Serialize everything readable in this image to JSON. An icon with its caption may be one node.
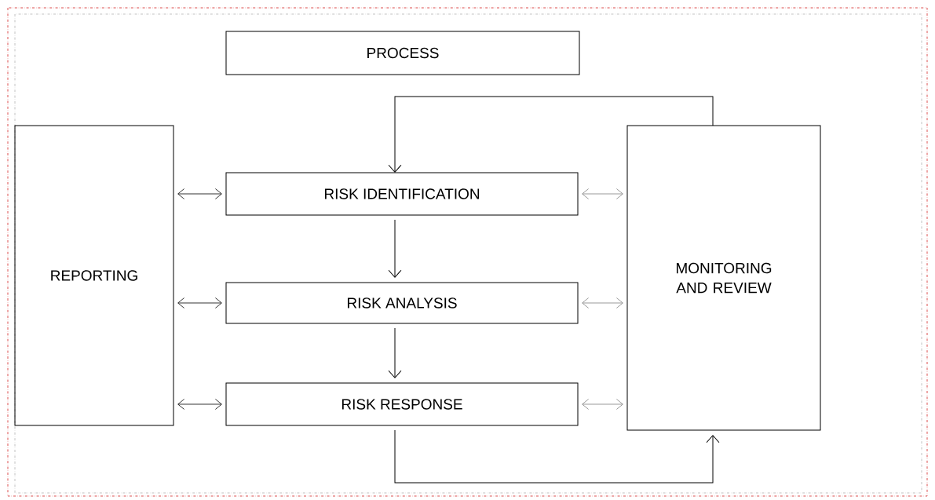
{
  "diagram": {
    "nodes": [
      {
        "text": [
          "PROCESS"
        ]
      },
      {
        "text": [
          "REPORTING"
        ]
      },
      {
        "text": [
          "RISK IDENTIFICATION"
        ]
      },
      {
        "text": [
          "RISK ANALYSIS"
        ]
      },
      {
        "text": [
          "RISK RESPONSE"
        ]
      },
      {
        "text": [
          "MONITORING AND REVIEW"
        ]
      }
    ],
    "edges": [
      {
        "from": 5,
        "to": 2,
        "arrow": "to"
      },
      {
        "from": 2,
        "to": 3,
        "arrow": "to"
      },
      {
        "from": 3,
        "to": 4,
        "arrow": "to"
      },
      {
        "from": 4,
        "to": 5,
        "arrow": "to"
      },
      {
        "from": 1,
        "to": 2,
        "arrow": "both"
      },
      {
        "from": 1,
        "to": 3,
        "arrow": "both"
      },
      {
        "from": 1,
        "to": 4,
        "arrow": "both"
      },
      {
        "from": 2,
        "to": 5,
        "arrow": "both",
        "color": "#7f7f7f"
      },
      {
        "from": 3,
        "to": 5,
        "arrow": "both",
        "color": "#7f7f7f"
      },
      {
        "from": 4,
        "to": 5,
        "arrow": "both",
        "color": "#7f7f7f"
      }
    ]
  }
}
